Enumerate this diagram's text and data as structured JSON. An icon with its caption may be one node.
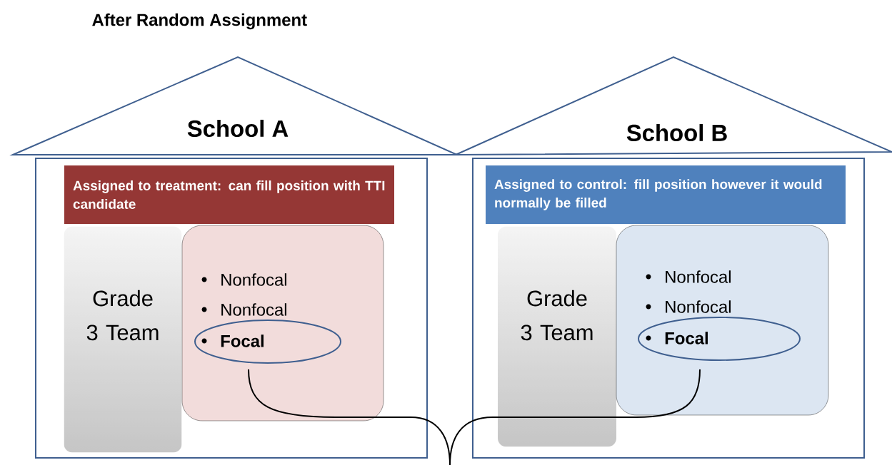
{
  "diagram": {
    "title": "After Random Assignment",
    "nodes": [
      {
        "text": [
          "School A"
        ]
      },
      {
        "text": [
          "Assigned to treatment: can fill position with TTI candidate"
        ],
        "in": 0
      },
      {
        "text": [
          "Grade 3 Team"
        ],
        "in": 0
      },
      {
        "text": [
          "Nonfocal",
          "Nonfocal"
        ],
        "in": 0
      },
      {
        "text": [
          "Focal"
        ],
        "in": 3
      },
      {
        "text": [
          "School B"
        ]
      },
      {
        "text": [
          "Assigned to control: fill position however it would normally be filled"
        ],
        "in": 5
      },
      {
        "text": [
          "Grade 3 Team"
        ],
        "in": 5
      },
      {
        "text": [
          "Nonfocal",
          "Nonfocal"
        ],
        "in": 5
      },
      {
        "text": [
          "Focal"
        ],
        "in": 8
      }
    ]
  }
}
